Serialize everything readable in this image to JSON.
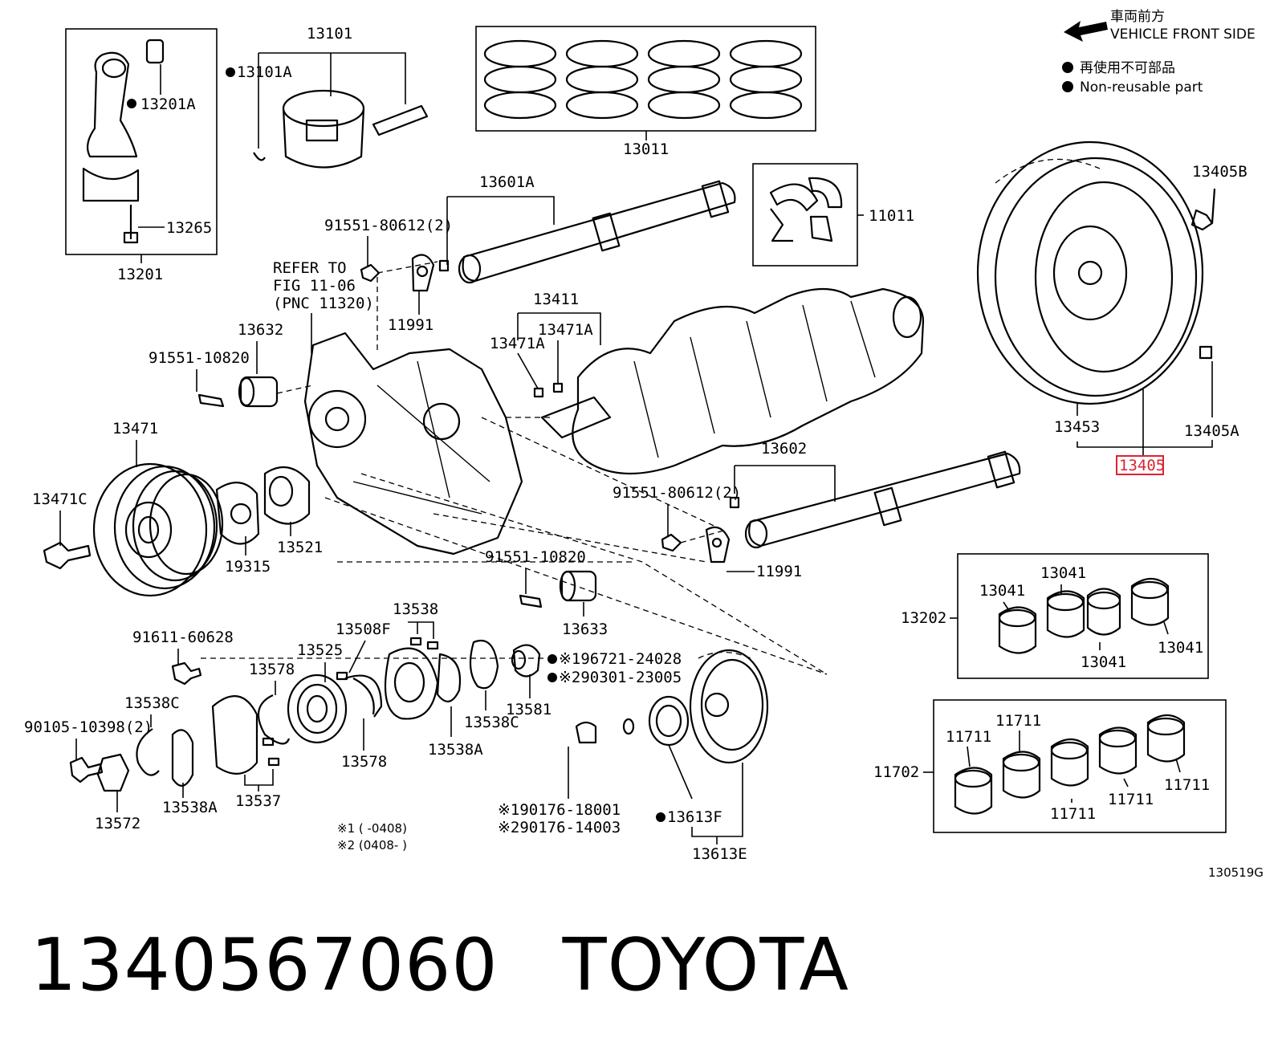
{
  "legend": {
    "front_label_jp": "車両前方",
    "front_label_en": "VEHICLE FRONT SIDE",
    "non_reusable_jp": "再使用不可部品",
    "non_reusable_en": "Non-reusable part"
  },
  "diagram_code": "130519G",
  "highlighted_part": "13405",
  "part_labels": {
    "p13101": "13101",
    "p13101A": "13101A",
    "p13201A": "13201A",
    "p13265": "13265",
    "p13201": "13201",
    "p13011": "13011",
    "p13601A": "13601A",
    "p11011": "11011",
    "p13405B": "13405B",
    "p91551_80612_a": "91551-80612(2)",
    "refer_line1": "REFER TO",
    "refer_line2": "FIG 11-06",
    "refer_line3": "(PNC 11320)",
    "p11991_a": "11991",
    "p13632": "13632",
    "p13411": "13411",
    "p13471A_a": "13471A",
    "p13471A_b": "13471A",
    "p91551_10820_a": "91551-10820",
    "p13471": "13471",
    "p13453": "13453",
    "p13405A": "13405A",
    "p13405": "13405",
    "p13602": "13602",
    "p13471C": "13471C",
    "p91551_80612_b": "91551-80612(2)",
    "p19315": "19315",
    "p13521": "13521",
    "p11991_b": "11991",
    "p91551_10820_b": "91551-10820",
    "p13633": "13633",
    "p13538_top": "13538",
    "p13508F": "13508F",
    "p91611_60628": "91611-60628",
    "p13525": "13525",
    "p13578_a": "13578",
    "p13538C_a": "13538C",
    "p196721": "※196721-24028",
    "p290301": "※290301-23005",
    "p13581": "13581",
    "p13538C_b": "13538C",
    "p90105": "90105-10398(2)",
    "p13578_b": "13578",
    "p13538A_a": "13538A",
    "p13572": "13572",
    "p13538A_b": "13538A",
    "p13537": "13537",
    "p190176": "※190176-18001",
    "p290176": "※290176-14003",
    "p13613F": "13613F",
    "p13613E": "13613E",
    "note1": "※1 (      -0408)",
    "note2": "※2 (0408-      )",
    "p13202": "13202",
    "p13041_a": "13041",
    "p13041_b": "13041",
    "p13041_c": "13041",
    "p13041_d": "13041",
    "p11702": "11702",
    "p11711_a": "11711",
    "p11711_b": "11711",
    "p11711_c": "11711",
    "p11711_d": "11711",
    "p11711_e": "11711"
  },
  "footer": {
    "part_number": "1340567060",
    "brand": "TOYOTA"
  }
}
